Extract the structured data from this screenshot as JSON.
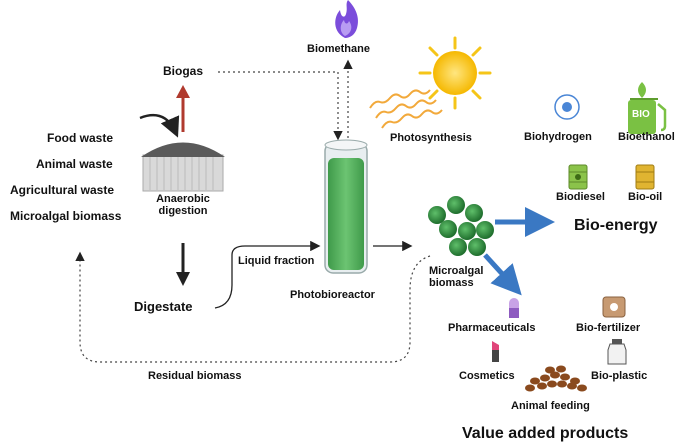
{
  "inputs": {
    "food_waste": "Food waste",
    "animal_waste": "Animal waste",
    "agricultural_waste": "Agricultural waste",
    "microalgal_biomass": "Microalgal  biomass"
  },
  "digester": {
    "label_line1": "Anaerobic",
    "label_line2": "digestion"
  },
  "biogas": "Biogas",
  "biomethane": "Biomethane",
  "photosynthesis": "Photosynthesis",
  "digestate": "Digestate",
  "liquid_fraction": "Liquid fraction",
  "photobioreactor": "Photobioreactor",
  "microalgal_biomass_line1": "Microalgal",
  "microalgal_biomass_line2": "biomass",
  "residual_biomass": "Residual biomass",
  "bioenergy": {
    "title": "Bio-energy",
    "biohydrogen": "Biohydrogen",
    "bioethanol": "Bioethanol",
    "biodiesel": "Biodiesel",
    "biooil": "Bio-oil",
    "bio_icon_text": "BIO"
  },
  "value_added": {
    "title": "Value added products",
    "pharmaceuticals": "Pharmaceuticals",
    "biofertilizer": "Bio-fertilizer",
    "cosmetics": "Cosmetics",
    "bioplastic": "Bio-plastic",
    "animal_feeding": "Animal feeding"
  },
  "colors": {
    "red_arrow": "#b03a2e",
    "blue_arrow": "#3a78c3",
    "algae_green": "#2e8b3e",
    "reactor_green": "#4fae5a",
    "flame_purple": "#7b4ddb",
    "sun_yellow": "#f5c518"
  }
}
